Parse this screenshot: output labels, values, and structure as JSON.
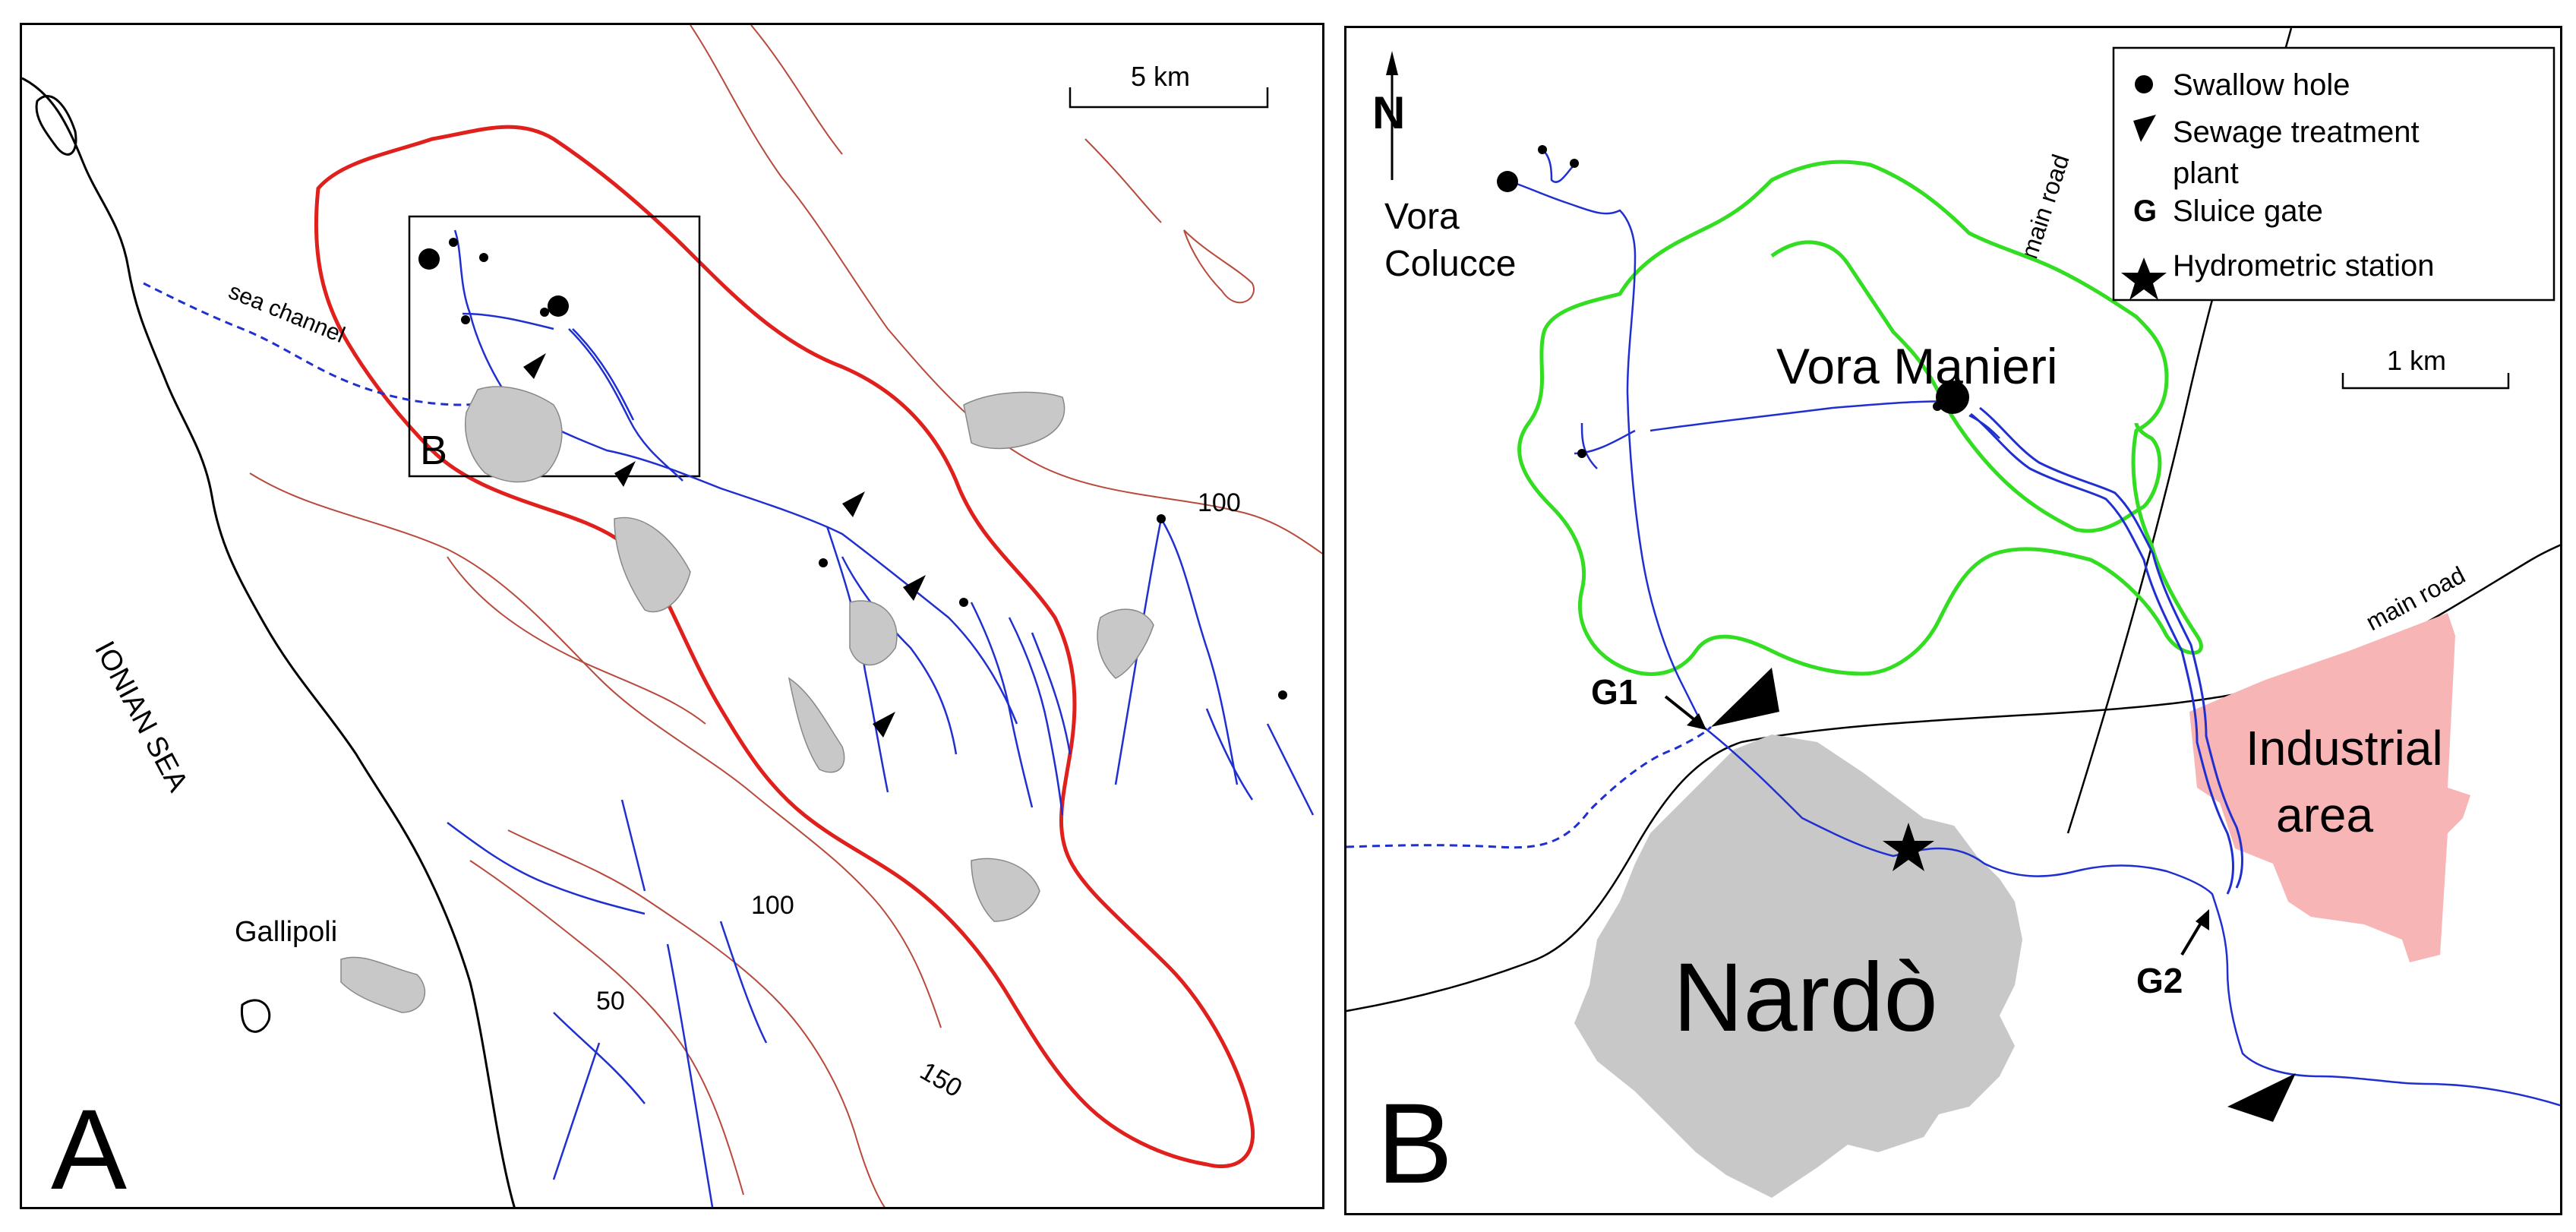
{
  "panel_a": {
    "letter": "A",
    "scale_label": "5 km",
    "sea_label": "IONIAN SEA",
    "channel_label": "sea channel",
    "town_label": "Gallipoli",
    "inset_label": "B",
    "contours": [
      "100",
      "100",
      "50",
      "150"
    ]
  },
  "panel_b": {
    "letter": "B",
    "north_label": "N",
    "scale_label": "1 km",
    "legend": [
      {
        "icon": "circle",
        "text": "Swallow hole"
      },
      {
        "icon": "triangle",
        "text": "Sewage treatment"
      },
      {
        "icon": "",
        "text": "plant"
      },
      {
        "icon": "G",
        "text": "Sluice gate"
      },
      {
        "icon": "star",
        "text": "Hydrometric station"
      }
    ],
    "road_label_1": "main road",
    "road_label_2": "main road",
    "swallow_1_line1": "Vora",
    "swallow_1_line2": "Colucce",
    "swallow_2": "Vora Manieri",
    "gate_1": "G1",
    "gate_2": "G2",
    "town": "Nardò",
    "industrial_line1": "Industrial",
    "industrial_line2": "area"
  },
  "colors": {
    "river": "#1f2fd0",
    "watershed": "#e0201c",
    "contour": "#b84a3c",
    "town": "#c8c8c8",
    "catchment": "#33dd22",
    "industrial": "#f7b5b5"
  }
}
